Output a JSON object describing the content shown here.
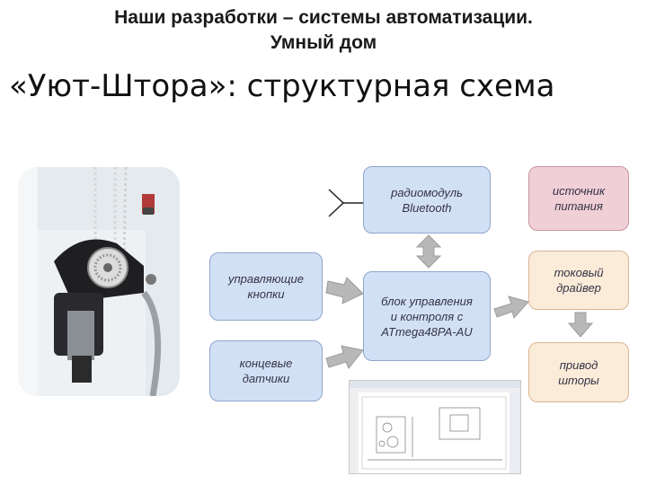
{
  "header": {
    "line1": "Наши разработки – системы автоматизации.",
    "line2": "Умный дом"
  },
  "title": "«Уют-Штора»: структурная схема",
  "blocks": {
    "radio": {
      "line1": "радиомодуль",
      "line2": "Bluetooth"
    },
    "power": {
      "line1": "источник",
      "line2": "питания"
    },
    "buttons": {
      "line1": "управляющие",
      "line2": "кнопки"
    },
    "control": {
      "line1": "блок управления",
      "line2": "и контроля с",
      "line3": "ATmega48PA-AU"
    },
    "driver": {
      "line1": "токовый",
      "line2": "драйвер"
    },
    "sensors": {
      "line1": "концевые",
      "line2": "датчики"
    },
    "actuator": {
      "line1": "привод",
      "line2": "шторы"
    }
  },
  "colors": {
    "blue_block": "#d2e0f6",
    "pink_block": "#f1cfd6",
    "peach_block": "#fbebd9",
    "arrow": "#b8b8b8"
  },
  "icons": {
    "antenna": "antenna-icon",
    "photo": "motor-device-photo",
    "screenshot": "cad-drawing-screenshot"
  }
}
